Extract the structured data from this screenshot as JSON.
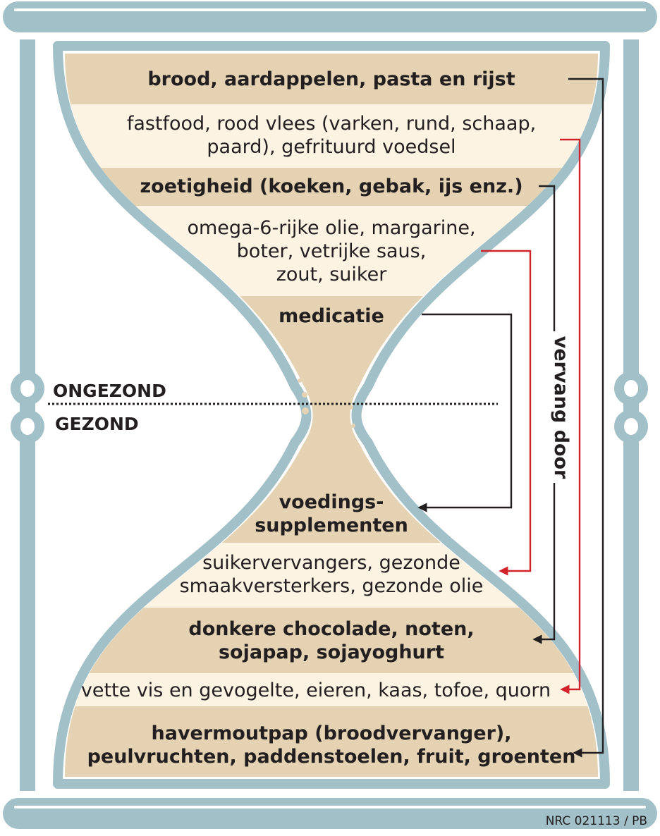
{
  "bands": [
    {
      "id": "brood",
      "bold": true,
      "lines": [
        "brood, aardappelen, pasta en rijst"
      ]
    },
    {
      "id": "fastfood",
      "bold": false,
      "lines": [
        "fastfood, rood vlees (varken, rund, schaap,",
        "paard), gefrituurd voedsel"
      ]
    },
    {
      "id": "zoetigheid",
      "bold": true,
      "lines": [
        "zoetigheid (koeken, gebak, ijs enz.)"
      ]
    },
    {
      "id": "olie",
      "bold": false,
      "lines": [
        "omega-6-rijke olie, margarine,",
        "boter, vetrijke saus,",
        "zout, suiker"
      ]
    },
    {
      "id": "medicatie",
      "bold": true,
      "lines": [
        "medicatie"
      ]
    },
    {
      "id": "supplementen",
      "bold": true,
      "lines": [
        "voedings-",
        "supplementen"
      ]
    },
    {
      "id": "vervangers",
      "bold": false,
      "lines": [
        "suikervervangers, gezonde",
        "smaakversterkers, gezonde olie"
      ]
    },
    {
      "id": "chocolade",
      "bold": true,
      "lines": [
        "donkere chocolade, noten,",
        "sojapap, sojayoghurt"
      ]
    },
    {
      "id": "vis",
      "bold": false,
      "lines": [
        "vette vis en gevogelte, eieren, kaas, tofoe, quorn"
      ]
    },
    {
      "id": "havermout",
      "bold": true,
      "lines": [
        "havermoutpap (broodvervanger),",
        "peulvruchten, paddenstoelen, fruit, groenten"
      ]
    }
  ],
  "zones": {
    "top": "ONGEZOND",
    "bottom": "GEZOND"
  },
  "replace_label": "vervang door",
  "credit": "NRC 021113 / PB",
  "colors": {
    "frame": "#a2c0c8",
    "band_dark": "#e4d2b2",
    "band_light": "#fcf3e3",
    "black_arrow": "#231f20",
    "red_arrow": "#d2232a"
  },
  "icons": [
    "arrow-left-icon"
  ]
}
